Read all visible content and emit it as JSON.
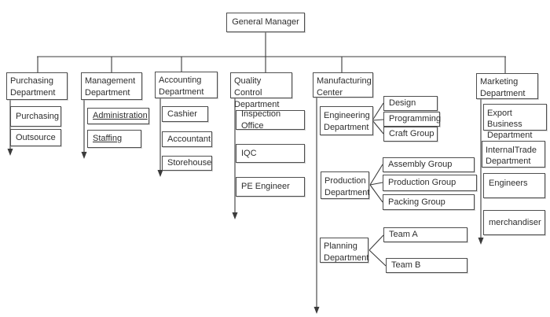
{
  "org": {
    "root": {
      "label": "General Manager"
    },
    "departments": {
      "purchasing": {
        "label": "Purchasing Department",
        "units": [
          "Purchasing",
          "Outsource"
        ]
      },
      "management": {
        "label": "Management Department",
        "units": [
          "Administration",
          "Staffing"
        ]
      },
      "accounting": {
        "label": "Accounting Department",
        "units": [
          "Cashier",
          "Accountant",
          "Storehouse"
        ]
      },
      "quality_control": {
        "label": "Quality  Control Department",
        "units": [
          "Inspection Office",
          "IQC",
          "PE Engineer"
        ]
      },
      "manufacturing": {
        "label": "Manufacturing Center",
        "sections": {
          "engineering": {
            "label": "Engineering Department",
            "groups": [
              "Design",
              "Programming",
              "Craft Group"
            ]
          },
          "production": {
            "label": "Production Department",
            "groups": [
              "Assembly Group",
              "Production Group",
              "Packing Group"
            ]
          },
          "planning": {
            "label": "Planning Department",
            "groups": [
              "Team A",
              "Team B"
            ]
          }
        }
      },
      "marketing": {
        "label": "Marketing Department",
        "units": [
          "Export Business Department",
          "InternalTrade Department",
          "Engineers",
          "merchandiser"
        ]
      }
    },
    "line_color": "#3b3b3b"
  }
}
